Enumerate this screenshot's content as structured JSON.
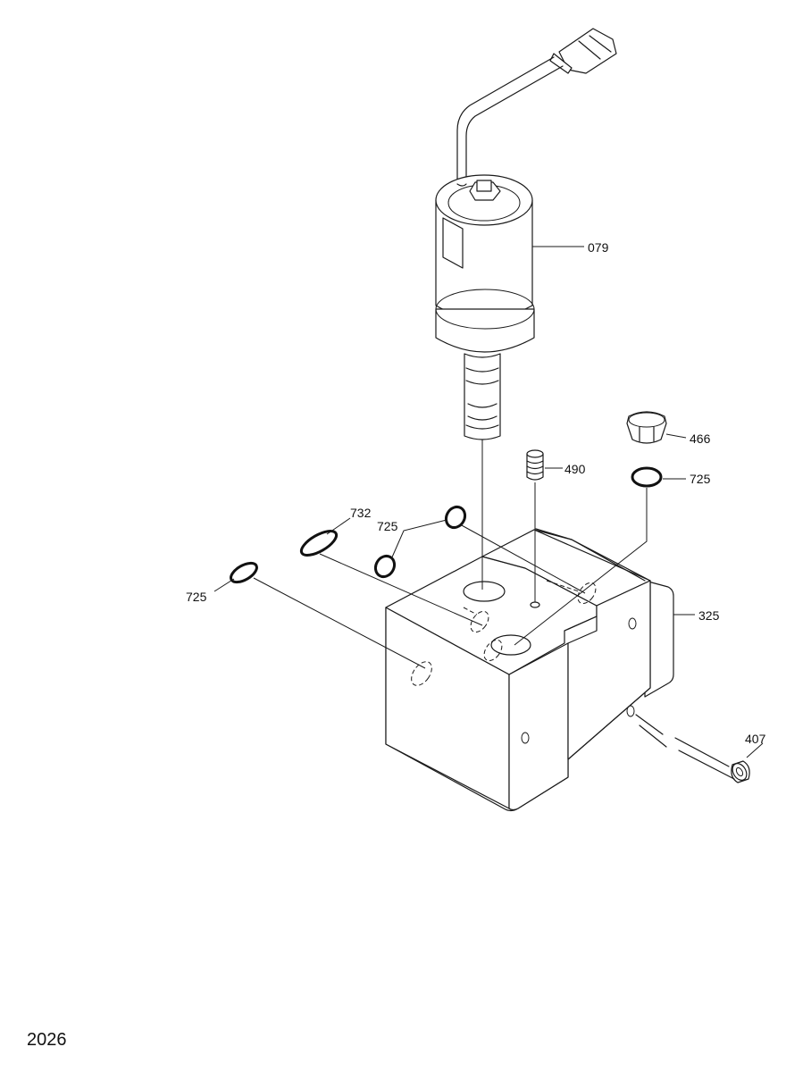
{
  "callouts": {
    "solenoid": "079",
    "plug": "466",
    "orifice": "490",
    "oring_right": "725",
    "oring_upper": "725",
    "oring_left": "725",
    "seal_oval": "732",
    "block": "325",
    "bolt": "407"
  },
  "page_number": "2026"
}
